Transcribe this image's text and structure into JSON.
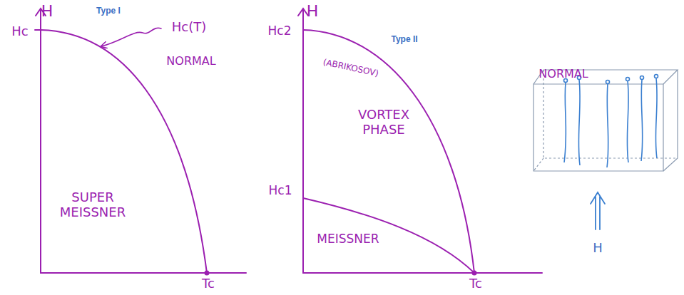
{
  "diagram": {
    "labels": [
      "Type I",
      "H",
      "Hc",
      "Hc(T)",
      "NORMAL",
      "SUPER MEISSNER",
      "Tc",
      "Type II",
      "H",
      "Hc2",
      "(ABRIKOSOV)",
      "VORTEX PHASE",
      "NORMAL",
      "Hc1",
      "MEISSNER",
      "Tc",
      "H"
    ]
  }
}
